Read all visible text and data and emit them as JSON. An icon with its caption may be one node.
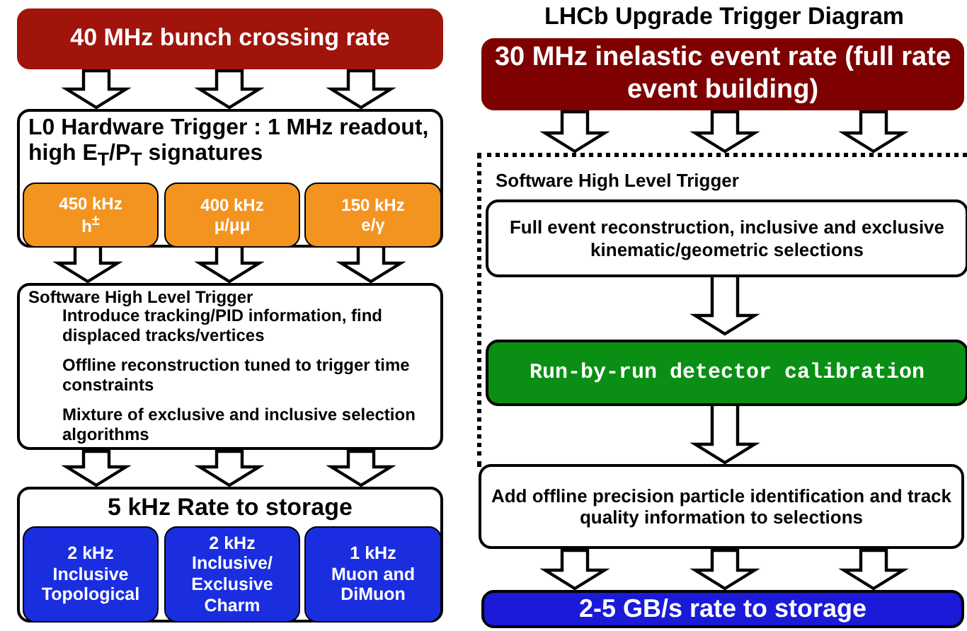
{
  "diagram": {
    "title": "LHCb Upgrade Trigger Diagram",
    "nodes": [
      {
        "text": [
          "40 MHz bunch crossing rate"
        ]
      },
      {
        "text": [
          "L0 Hardware Trigger : 1 MHz readout, high E$_{T}$/P$_{T}$ signatures"
        ]
      },
      {
        "text": [
          "450 kHz",
          "h$^{±}$"
        ],
        "in": 1
      },
      {
        "text": [
          "400 kHz",
          "μ/μμ"
        ],
        "in": 1
      },
      {
        "text": [
          "150 kHz",
          "e/γ"
        ],
        "in": 1
      },
      {
        "text": [
          "Software High Level Trigger",
          "Introduce tracking/PID information, find displaced tracks/vertices",
          "Offline reconstruction tuned to trigger time constraints",
          "Mixture of exclusive and inclusive selection algorithms"
        ]
      },
      {
        "text": [
          "5 kHz Rate to storage"
        ]
      },
      {
        "text": [
          "2 kHz",
          "Inclusive Topological"
        ],
        "in": 6
      },
      {
        "text": [
          "2 kHz",
          "Inclusive/ Exclusive Charm"
        ],
        "in": 6
      },
      {
        "text": [
          "1 kHz",
          "Muon and DiMuon"
        ],
        "in": 6
      },
      {
        "text": [
          "30 MHz inelastic event rate (full rate event building)"
        ]
      },
      {
        "text": [
          "Software High Level Trigger"
        ]
      },
      {
        "text": [
          "Full event reconstruction, inclusive and exclusive kinematic/geometric selections"
        ],
        "in": 11
      },
      {
        "text": [
          "Run-by-run detector calibration"
        ],
        "in": 11
      },
      {
        "text": [
          "Add offline precision particle identification and track quality information to selections"
        ]
      },
      {
        "text": [
          "2-5 GB/s rate to storage"
        ]
      }
    ],
    "edges": [
      {
        "from": 0,
        "to": 1,
        "arrow": "to"
      },
      {
        "from": 0,
        "to": 1,
        "arrow": "to"
      },
      {
        "from": 0,
        "to": 1,
        "arrow": "to"
      },
      {
        "from": 2,
        "to": 5,
        "arrow": "to"
      },
      {
        "from": 3,
        "to": 5,
        "arrow": "to"
      },
      {
        "from": 4,
        "to": 5,
        "arrow": "to"
      },
      {
        "from": 5,
        "to": 6,
        "arrow": "to"
      },
      {
        "from": 5,
        "to": 6,
        "arrow": "to"
      },
      {
        "from": 5,
        "to": 6,
        "arrow": "to"
      },
      {
        "from": 10,
        "to": 11,
        "arrow": "to"
      },
      {
        "from": 10,
        "to": 11,
        "arrow": "to"
      },
      {
        "from": 10,
        "to": 11,
        "arrow": "to"
      },
      {
        "from": 12,
        "to": 13,
        "arrow": "to"
      },
      {
        "from": 13,
        "to": 14,
        "arrow": "to"
      },
      {
        "from": 14,
        "to": 15,
        "arrow": "to"
      },
      {
        "from": 14,
        "to": 15,
        "arrow": "to"
      },
      {
        "from": 14,
        "to": 15,
        "arrow": "to"
      }
    ]
  }
}
